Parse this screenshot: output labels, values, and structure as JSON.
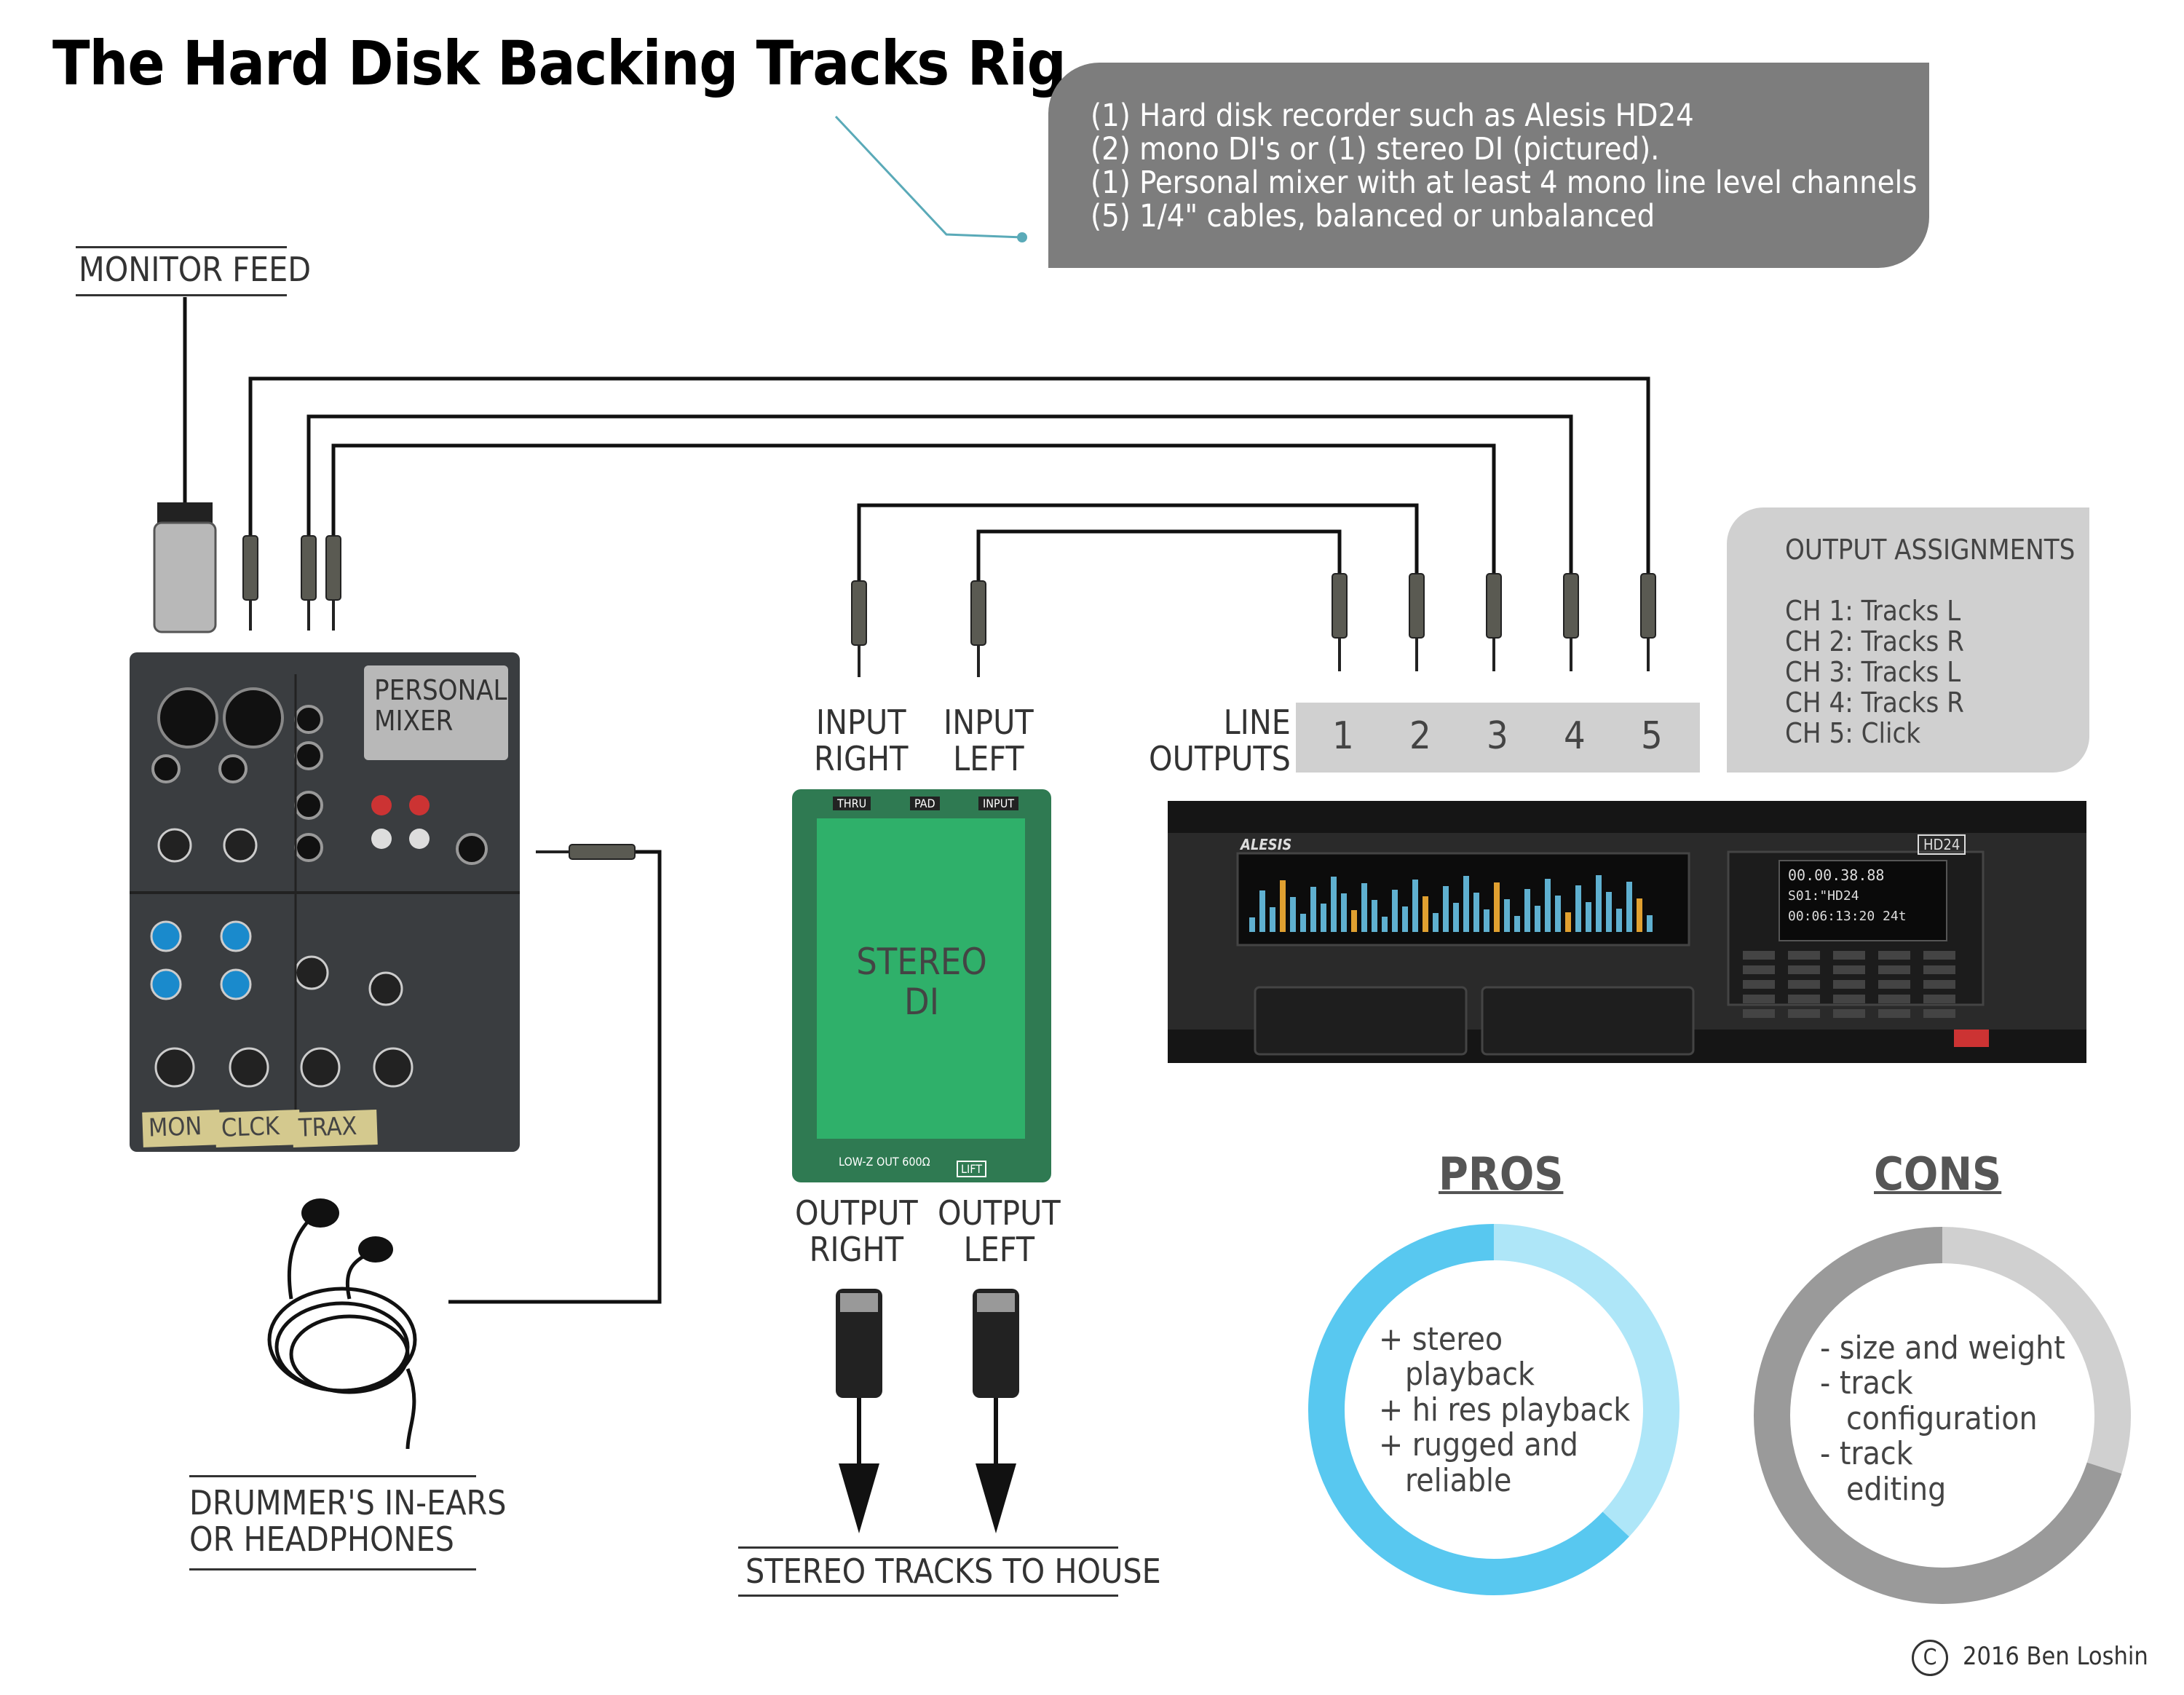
{
  "title": "The Hard Disk Backing Tracks Rig",
  "requirements": [
    "(1) Hard disk recorder such as Alesis HD24",
    "(2) mono DI's or (1) stereo DI (pictured).",
    "(1) Personal mixer with at least 4 mono line level channels",
    "(5) 1/4\" cables, balanced or unbalanced"
  ],
  "labels": {
    "monitor_feed": "MONITOR FEED",
    "input_right": [
      "INPUT",
      "RIGHT"
    ],
    "input_left": [
      "INPUT",
      "LEFT"
    ],
    "line_outputs": [
      "LINE",
      "OUTPUTS"
    ],
    "output_right": [
      "OUTPUT",
      "RIGHT"
    ],
    "output_left": [
      "OUTPUT",
      "LEFT"
    ],
    "stereo_tracks": "STEREO TRACKS TO HOUSE",
    "drummer": [
      "DRUMMER'S IN-EARS",
      "OR HEADPHONES"
    ]
  },
  "output_numbers": [
    "1",
    "2",
    "3",
    "4",
    "5"
  ],
  "output_assignments": {
    "heading": "OUTPUT ASSIGNMENTS",
    "channels": [
      "CH 1: Tracks L",
      "CH 2: Tracks R",
      "CH 3: Tracks L",
      "CH 4: Tracks R",
      "CH 5: Click"
    ]
  },
  "mixer": {
    "label": [
      "PERSONAL",
      "MIXER"
    ],
    "tape_labels": [
      "MON",
      "CLCK",
      "TRAX"
    ]
  },
  "di": {
    "label": [
      "STEREO",
      "DI"
    ],
    "jacks": [
      "THRU",
      "PAD",
      "INPUT"
    ],
    "bottom": "LOW-Z OUT 600Ω",
    "lift": "LIFT"
  },
  "hd24": {
    "brand": "ALESIS",
    "model": "HD24",
    "display": [
      "00.00.38.88",
      "S01:\"HD24",
      "00:06:13:20  24t"
    ]
  },
  "pros": {
    "heading": "PROS",
    "items": [
      [
        "+ stereo",
        "playback"
      ],
      [
        "+ hi res playback"
      ],
      [
        "+ rugged and",
        "reliable"
      ]
    ],
    "ring_colors": [
      "#58c8f0",
      "#aee6f8"
    ]
  },
  "cons": {
    "heading": "CONS",
    "items": [
      [
        "- size and weight"
      ],
      [
        "- track",
        "configuration"
      ],
      [
        "- track",
        "editing"
      ]
    ],
    "ring_colors": [
      "#9a9a9a",
      "#d0d0d0"
    ]
  },
  "copyright": {
    "symbol": "C",
    "text": "2016  Ben Loshin"
  }
}
